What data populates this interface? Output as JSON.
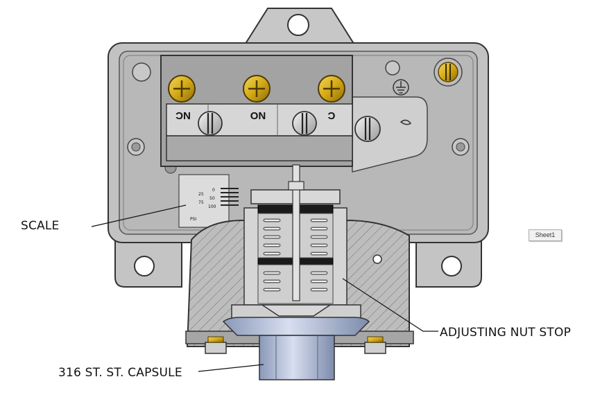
{
  "terminals": {
    "nc": "NC",
    "no": "NO",
    "c": "C"
  },
  "scale_plate": {
    "left_values": [
      "25",
      "75"
    ],
    "right_values": [
      "0",
      "50",
      "100"
    ],
    "unit": "PSI"
  },
  "callouts": {
    "scale": "SCALE",
    "adjusting_nut_stop": "ADJUSTING NUT STOP",
    "capsule": "316 ST. ST. CAPSULE"
  },
  "sheet_tab": "Sheet1",
  "colors": {
    "housing": "#c2c2c2",
    "housing_dark": "#8e8e8e",
    "terminal_block": "#9a9a9a",
    "brass": "#d9b21c",
    "capsule": "#b3c1dc",
    "section_fill": "#b9b9b9"
  },
  "icons": [
    "ground-icon",
    "screw-icon"
  ]
}
